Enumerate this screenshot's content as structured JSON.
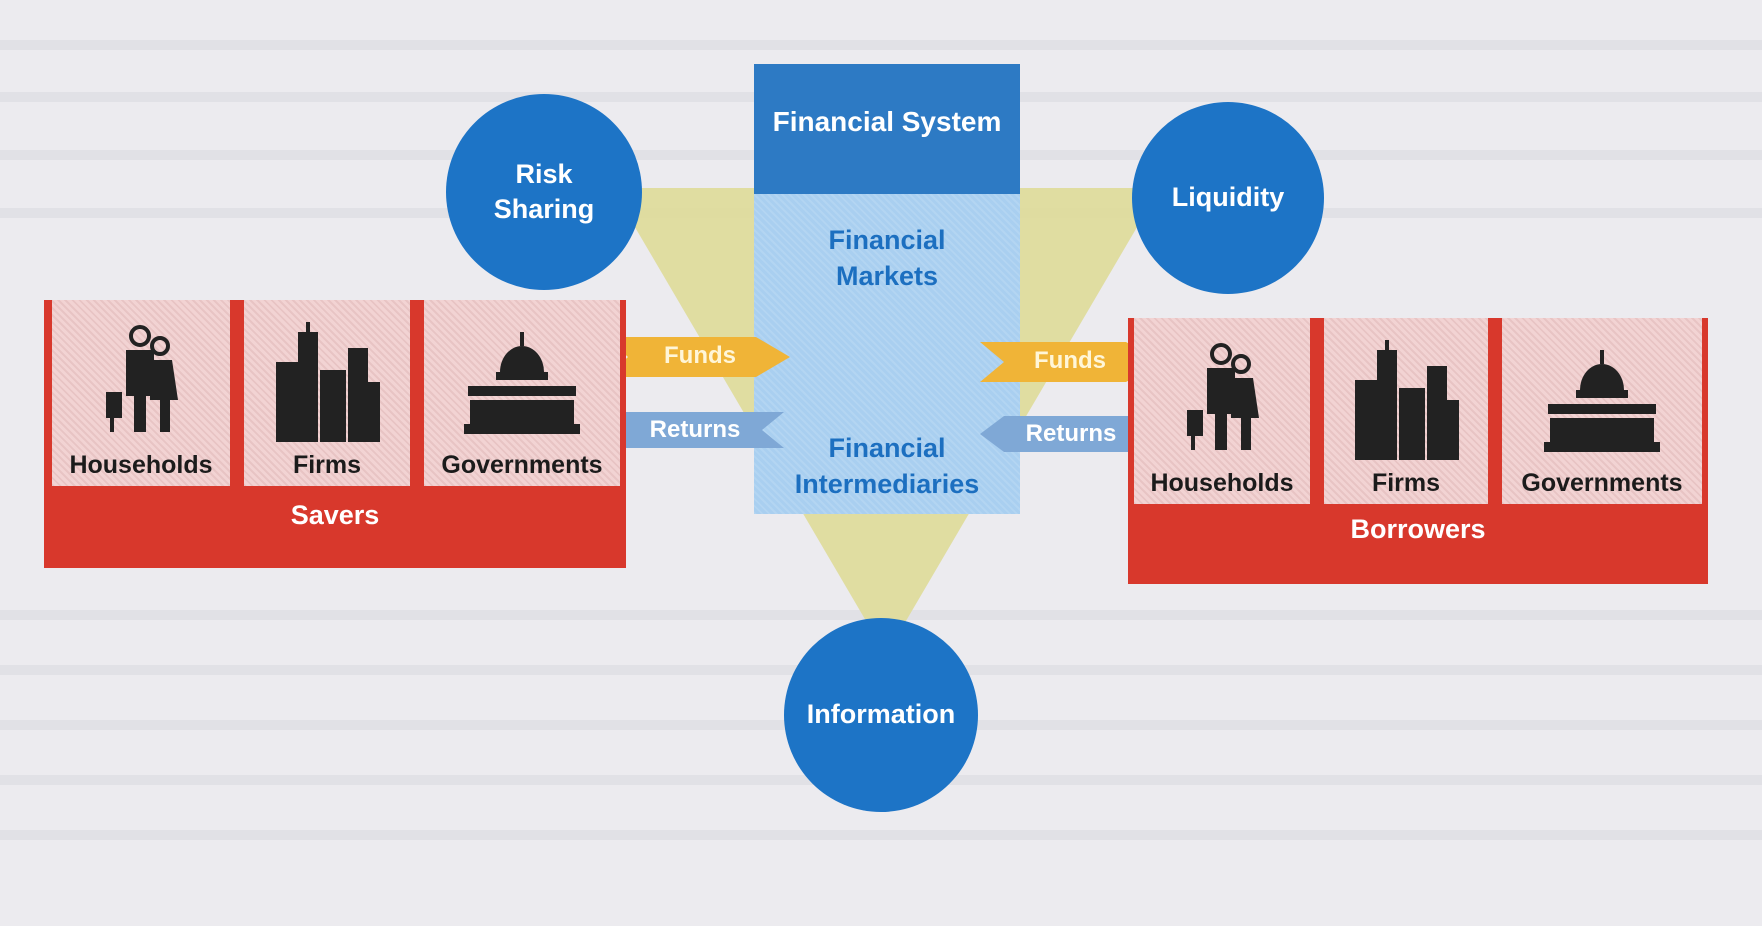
{
  "diagram": {
    "center": {
      "title": "Financial System",
      "markets": "Financial Markets",
      "intermediaries": "Financial Intermediaries"
    },
    "circles": {
      "risk": "Risk Sharing",
      "liquidity": "Liquidity",
      "information": "Information"
    },
    "savers": {
      "band_label": "Savers",
      "tiles": [
        {
          "label": "Households",
          "icon": "family-icon"
        },
        {
          "label": "Firms",
          "icon": "city-skyline-icon"
        },
        {
          "label": "Governments",
          "icon": "capitol-building-icon"
        }
      ]
    },
    "borrowers": {
      "band_label": "Borrowers",
      "tiles": [
        {
          "label": "Households",
          "icon": "family-icon"
        },
        {
          "label": "Firms",
          "icon": "city-skyline-icon"
        },
        {
          "label": "Governments",
          "icon": "capitol-building-icon"
        }
      ]
    },
    "arrows": {
      "left_funds": "Funds",
      "left_returns": "Returns",
      "right_funds": "Funds",
      "right_returns": "Returns"
    },
    "colors": {
      "red": "#d8382c",
      "pink": "#f2d3d3",
      "blue_circle": "#1d74c6",
      "blue_dark": "#2d7ac4",
      "blue_light": "#a9cff0",
      "triangle": "#dedb9a",
      "funds_arrow": "#f0b437",
      "returns_arrow": "#7fa8d6"
    }
  }
}
